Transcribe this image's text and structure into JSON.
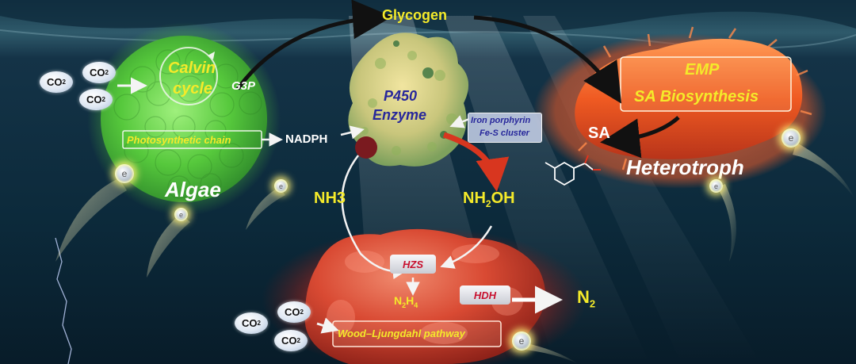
{
  "title": "",
  "labels": {
    "glycogen": "Glycogen",
    "calvin_line1": "Calvin",
    "calvin_line2": "cycle",
    "g3p": "G3P",
    "photosynthetic_chain": "Photosynthetic chain",
    "nadph": "NADPH",
    "algae": "Algae",
    "p450_line1": "P450",
    "p450_line2": "Enzyme",
    "iron_porphyrin": "Iron porphyrin",
    "fes_cluster": "Fe-S cluster",
    "sa": "SA",
    "emp": "EMP",
    "sa_biosynthesis": "SA Biosynthesis",
    "heterotroph": "Heterotroph",
    "nh3": "NH3",
    "nh2oh_nh": "NH",
    "nh2oh_sub": "2",
    "nh2oh_oh": "OH",
    "hzs": "HZS",
    "n2h4_n": "N",
    "n2h4_sub1": "2",
    "n2h4_h": "H",
    "n2h4_sub2": "4",
    "hdh": "HDH",
    "n2": "N",
    "n2_sub": "2",
    "wood_ljungdahl": "Wood–Ljungdahl pathway",
    "co2_base": "CO",
    "co2_sub": "2",
    "electron": "e"
  },
  "colors": {
    "label_yellow": "#f4ea2a",
    "enzyme_blue": "#27279b",
    "plaque_red": "#c8102e",
    "algae_green": "#5fd043",
    "heterotroph_red": "#e8562a",
    "anammox_red": "#c73a2a",
    "water": "#0b2b3c"
  }
}
